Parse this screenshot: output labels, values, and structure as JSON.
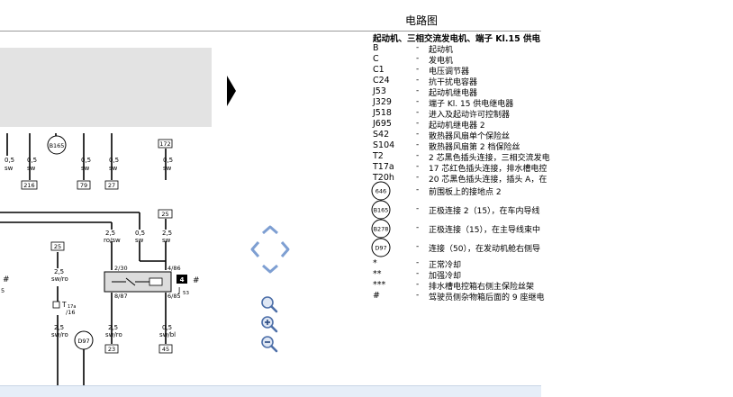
{
  "page": {
    "title": "电路图"
  },
  "legend": {
    "title": "起动机、三相交流发电机、端子 Kl.15 供电",
    "rows": [
      {
        "code": "B",
        "dash": "-",
        "desc": "起动机"
      },
      {
        "code": "C",
        "dash": "-",
        "desc": "发电机"
      },
      {
        "code": "C1",
        "dash": "-",
        "desc": "电压调节器"
      },
      {
        "code": "C24",
        "dash": "-",
        "desc": "抗干扰电容器"
      },
      {
        "code": "J53",
        "dash": "-",
        "desc": "起动机继电器"
      },
      {
        "code": "J329",
        "dash": "-",
        "desc": "端子 Kl. 15 供电继电器"
      },
      {
        "code": "J518",
        "dash": "-",
        "desc": "进入及起动许可控制器"
      },
      {
        "code": "J695",
        "dash": "-",
        "desc": "起动机继电器 2"
      },
      {
        "code": "S42",
        "dash": "-",
        "desc": "散热器风扇单个保险丝"
      },
      {
        "code": "S104",
        "dash": "-",
        "desc": "散热器风扇第 2 档保险丝"
      },
      {
        "code": "T2",
        "dash": "-",
        "desc": "2 芯黑色插头连接，三相交流发电"
      },
      {
        "code": "T17a",
        "dash": "-",
        "desc": "17 芯红色插头连接，排水槽电控"
      },
      {
        "code": "T20h",
        "dash": "-",
        "desc": "20 芯黑色插头连接，插头 A，在"
      },
      {
        "badge": "646",
        "dash": "-",
        "desc": "前围板上的接地点 2"
      },
      {
        "badge": "B165",
        "dash": "-",
        "desc": "正极连接 2（15），在车内导线"
      },
      {
        "badge": "B278",
        "dash": "-",
        "desc": "正极连接（15），在主导线束中"
      },
      {
        "badge": "D97",
        "dash": "-",
        "desc": "连接（50），在发动机舱右侧导"
      },
      {
        "code": "*",
        "dash": "-",
        "desc": "正常冷却"
      },
      {
        "code": "**",
        "dash": "-",
        "desc": "加强冷却"
      },
      {
        "code": "***",
        "dash": "-",
        "desc": "排水槽电控箱右侧主保险丝架"
      },
      {
        "code": "#",
        "dash": "-",
        "desc": "驾驶员侧杂物箱后面的 9 座继电"
      }
    ]
  },
  "diagram": {
    "top_wires": [
      {
        "size": "0,5",
        "color": "sw",
        "terminal": "216"
      },
      {
        "size": "0,5",
        "color": "sw",
        "terminal": "79"
      },
      {
        "size": "0,5",
        "color": "sw",
        "terminal": "27"
      },
      {
        "size": "0,5",
        "color": "sw"
      }
    ],
    "top_left_wire": {
      "size": "0,5",
      "color": "sw"
    },
    "node_b165": "B165",
    "node_d97": "D97",
    "box_172": "172",
    "box_25_right": "25",
    "box_25_left": "25",
    "box_23": "23",
    "box_45": "45",
    "relay": {
      "label_top": "2/30",
      "label_top2": "4/86",
      "label_bottom": "8/87",
      "label_bottom2": "6/85",
      "name": "J",
      "sub": "53",
      "terminal_num": "4",
      "hash": "#"
    },
    "connector": {
      "name": "T",
      "sub": "17a",
      "pin": "/16"
    },
    "wires": {
      "w_25_rosw": {
        "size": "2,5",
        "color": "ro/sw"
      },
      "w_05_sw": {
        "size": "0,5",
        "color": "sw"
      },
      "w_25_sw": {
        "size": "2,5",
        "color": "sw"
      },
      "w_25_swro_left": {
        "size": "2,5",
        "color": "sw/ro"
      },
      "w_25_swro_left2": {
        "size": "2,5",
        "color": "sw/ro"
      },
      "w_25_swro_mid": {
        "size": "2,5",
        "color": "sw/ro"
      },
      "w_05_swbl": {
        "size": "0,5",
        "color": "sw/bl"
      },
      "w_left_edge": {
        "size": "5",
        "color": ""
      }
    },
    "hash_left": "#"
  },
  "colors": {
    "accent": "#1a1a1a",
    "panel_gray": "#e3e3e3",
    "pager_blue": "#7e9fd2"
  },
  "icons": {
    "nav": "next-page-arrow-icon",
    "pager": [
      "pan-up-icon",
      "pan-left-icon",
      "pan-right-icon",
      "pan-down-icon"
    ],
    "zoom": [
      "zoom-fit-icon",
      "zoom-in-icon",
      "zoom-out-icon"
    ]
  }
}
